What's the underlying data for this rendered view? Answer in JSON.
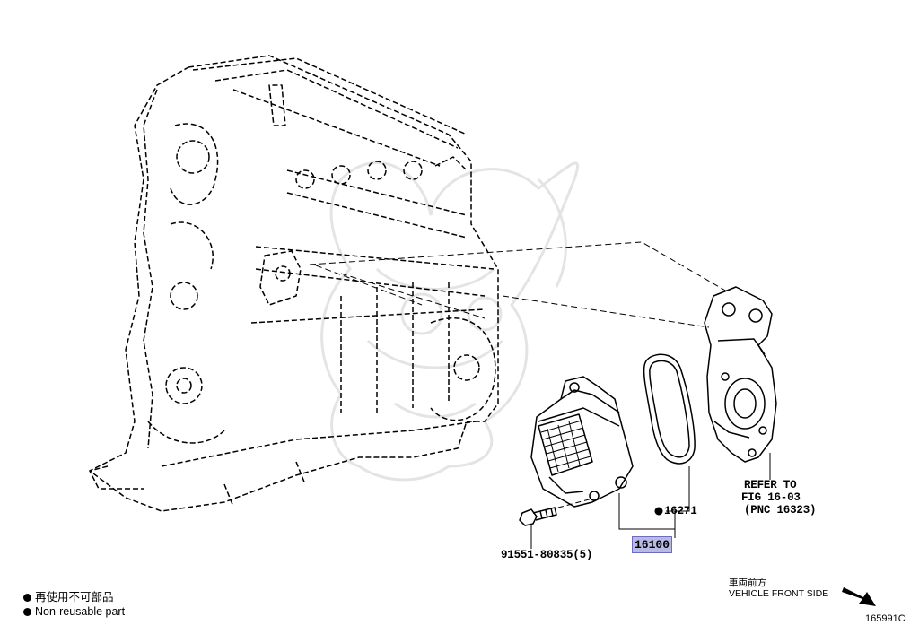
{
  "callouts": {
    "bolt": "91551-80835(5)",
    "gasket": "16271",
    "pump_assembly": "16100",
    "refer_line1": "REFER TO",
    "refer_line2": "FIG 16-03",
    "refer_line3": "(PNC 16323)"
  },
  "legend": {
    "japanese": "再使用不可部品",
    "english": "Non-reusable part"
  },
  "direction": {
    "japanese": "車両前方",
    "english": "VEHICLE FRONT SIDE"
  },
  "figure_code": "165991C",
  "icons": {
    "non_reusable_marker": "filled-circle-icon",
    "front_direction": "arrow-down-right-icon"
  },
  "colors": {
    "line": "#000000",
    "highlight_fill": "#b9b9e6",
    "highlight_border": "#6c6cc0",
    "watermark": "#e6e6e6"
  }
}
